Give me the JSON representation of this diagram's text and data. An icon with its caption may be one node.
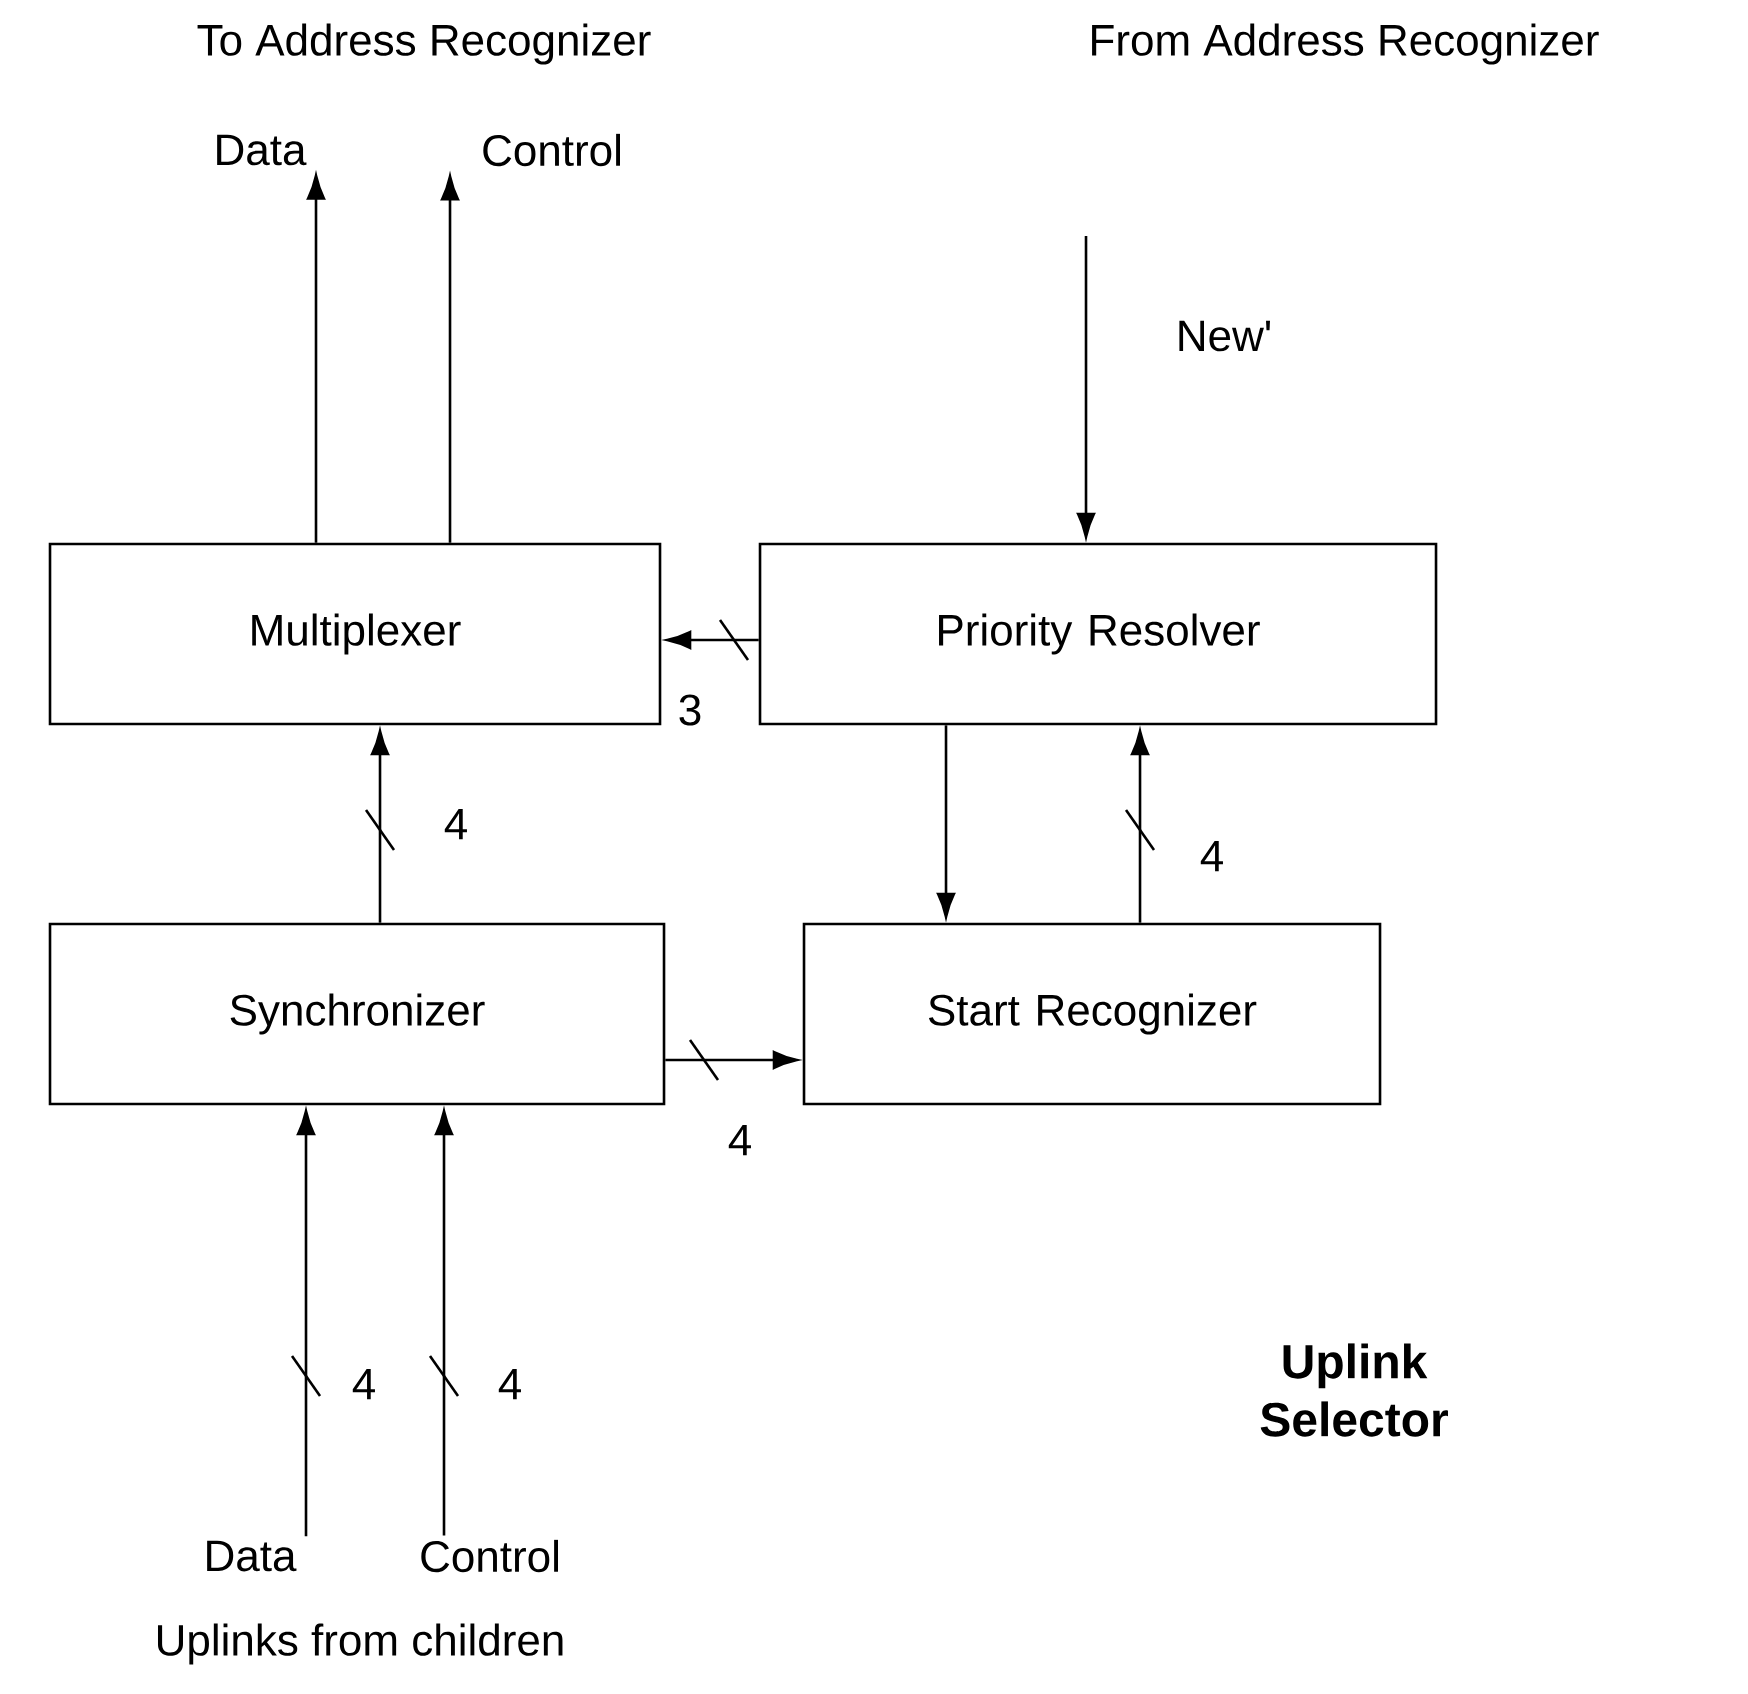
{
  "diagram": {
    "nodes": [
      {
        "text": [
          "Data"
        ]
      },
      {
        "text": [
          "Control"
        ]
      },
      {
        "text": [
          "Multiplexer"
        ]
      },
      {
        "text": [
          "Priority Resolver"
        ]
      },
      {
        "text": [
          "Synchronizer"
        ]
      },
      {
        "text": [
          "Start Recognizer"
        ]
      },
      {
        "text": [
          "Data"
        ]
      },
      {
        "text": [
          "Control"
        ]
      }
    ],
    "edges": [
      {
        "from": 2,
        "to": 0,
        "arrow": "to"
      },
      {
        "from": 2,
        "to": 1,
        "arrow": "to"
      },
      {
        "from": null,
        "to": 3,
        "arrow": "to",
        "label": "New'"
      },
      {
        "from": 3,
        "to": 2,
        "arrow": "to",
        "label": "3"
      },
      {
        "from": 4,
        "to": 2,
        "arrow": "to",
        "label": "4"
      },
      {
        "from": 3,
        "to": 5,
        "arrow": "to"
      },
      {
        "from": 5,
        "to": 3,
        "arrow": "to",
        "label": "4"
      },
      {
        "from": 4,
        "to": 5,
        "arrow": "to",
        "label": "4"
      },
      {
        "from": 6,
        "to": 4,
        "arrow": "to",
        "label": "4"
      },
      {
        "from": 7,
        "to": 4,
        "arrow": "to",
        "label": "4"
      }
    ],
    "labels": [
      "To Address Recognizer",
      "From Address Recognizer",
      "Uplinks from children",
      "Uplink Selector"
    ]
  }
}
